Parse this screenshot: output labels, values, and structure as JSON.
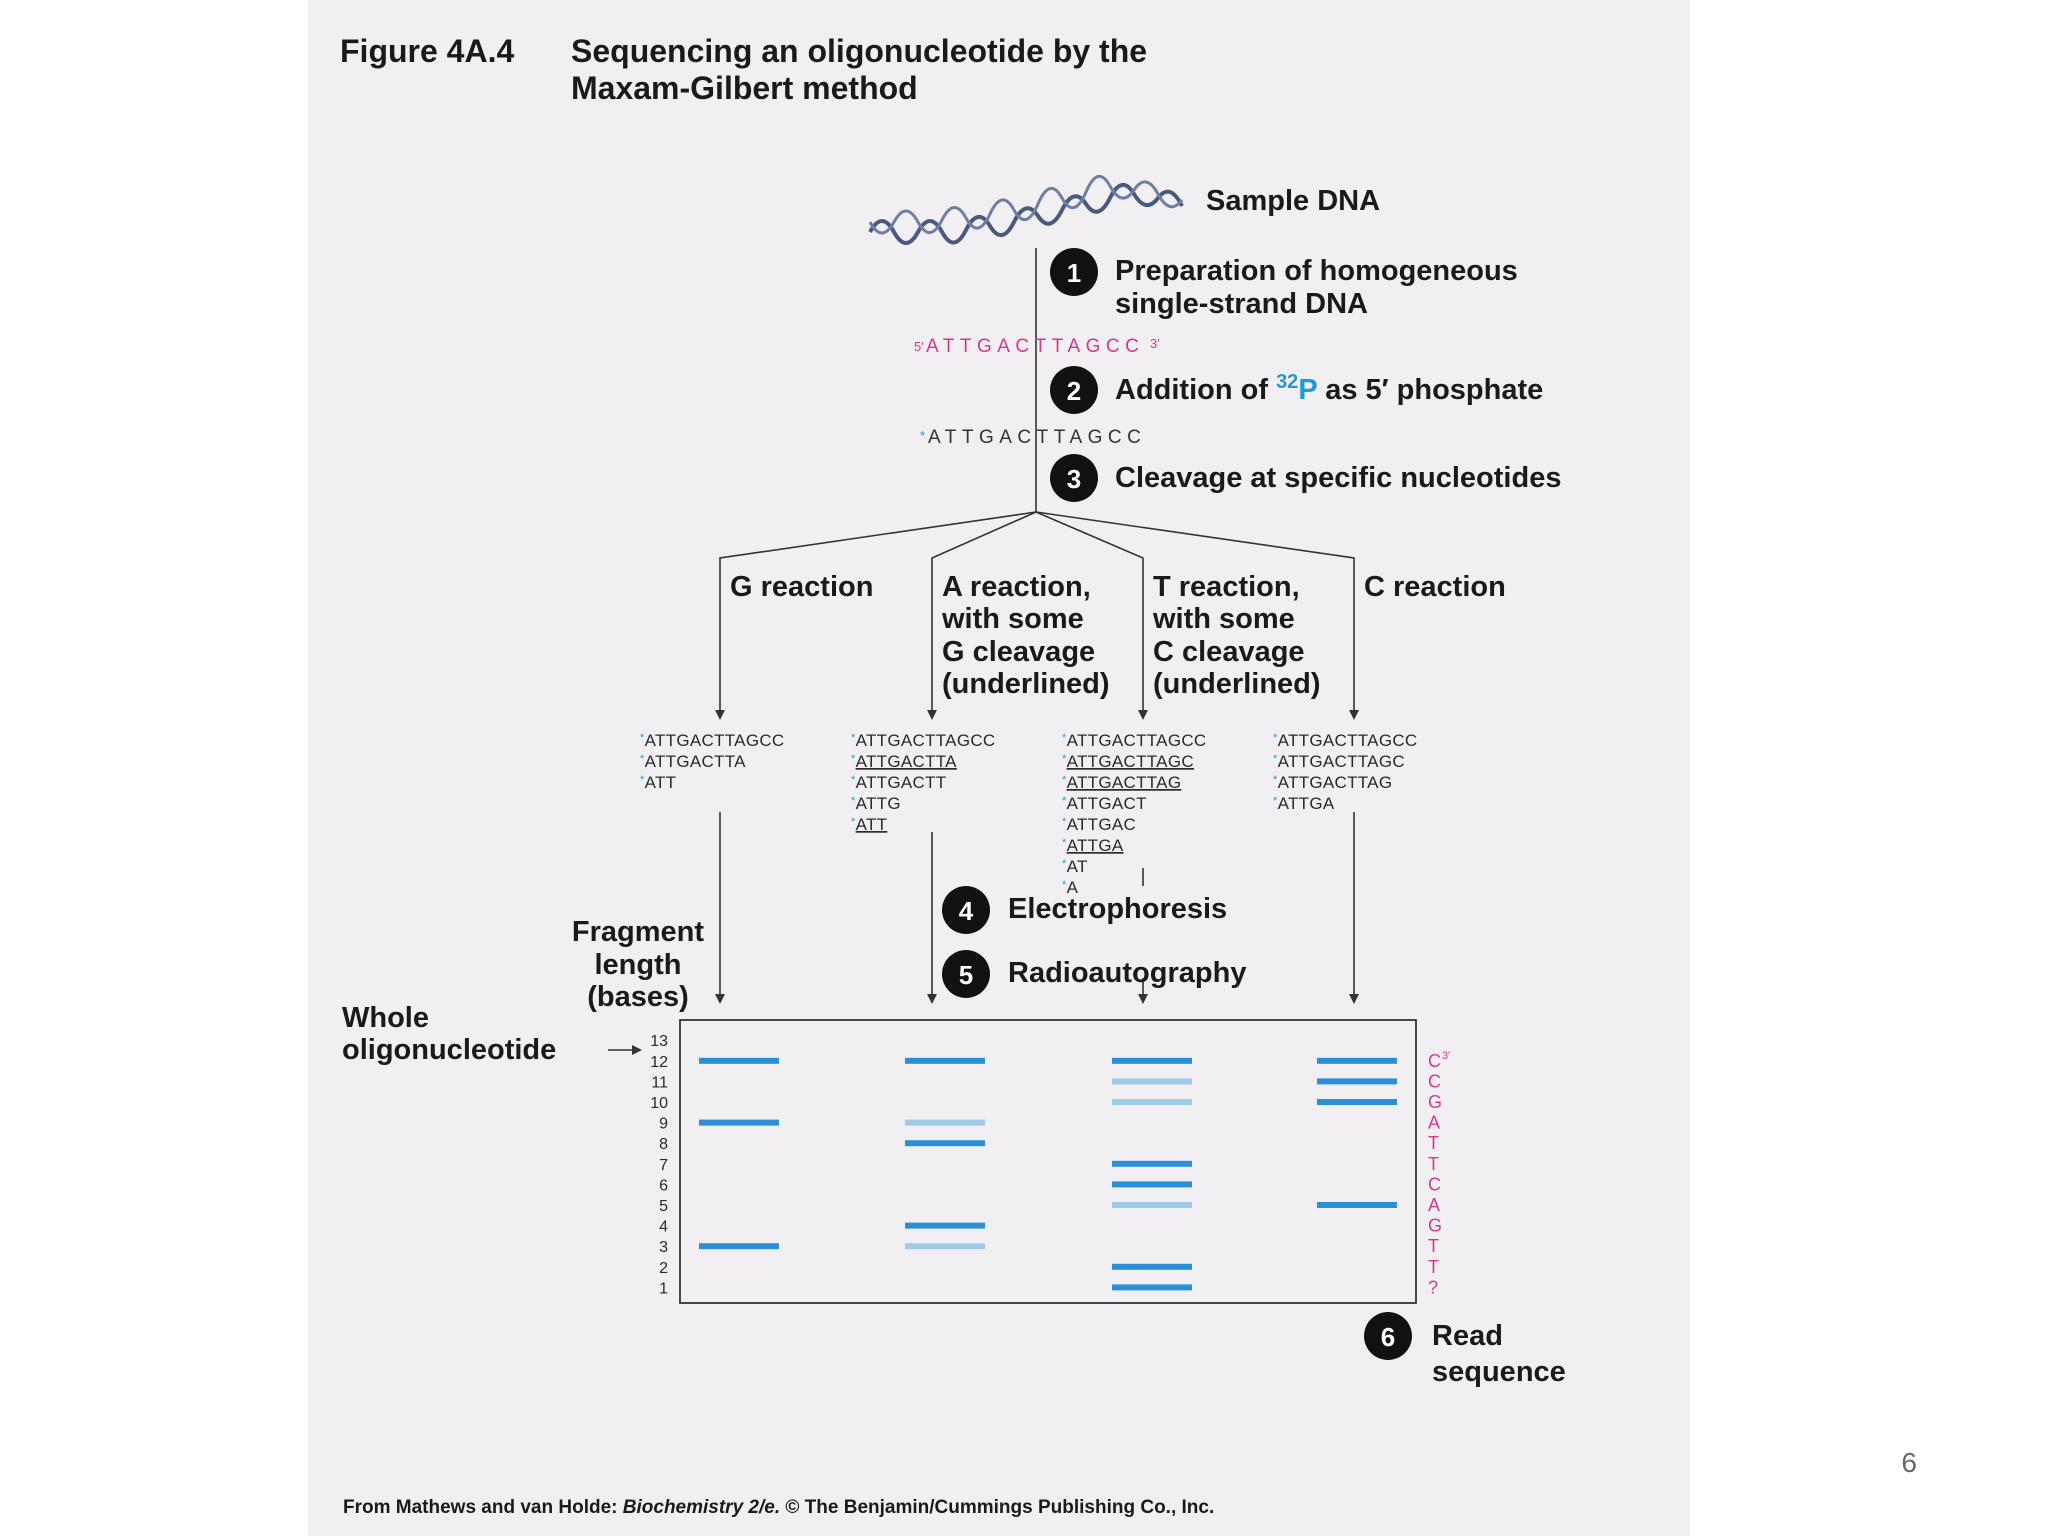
{
  "figure": {
    "label": "Figure 4A.4",
    "title_line1": "Sequencing an oligonucleotide by the",
    "title_line2": "Maxam-Gilbert method"
  },
  "sample_dna_label": "Sample DNA",
  "steps": [
    {
      "number": "1",
      "lines": [
        "Preparation of homogeneous",
        "single-strand DNA"
      ]
    },
    {
      "number": "2",
      "text_prefix": "Addition of ",
      "isotope_mass": "32",
      "isotope_symbol": "P",
      "text_suffix": " as 5′ phosphate"
    },
    {
      "number": "3",
      "text": "Cleavage at specific nucleotides"
    },
    {
      "number": "4",
      "text": "Electrophoresis"
    },
    {
      "number": "5",
      "text": "Radioautography"
    },
    {
      "number": "6",
      "lines": [
        "Read",
        "sequence"
      ]
    }
  ],
  "strand": {
    "five_prime": "5′",
    "sequence": "ATTGACTTAGCC",
    "three_prime": "3′",
    "labeled_marker": "*",
    "labeled_sequence": "ATTGACTTAGCC"
  },
  "reactions": [
    {
      "lines": [
        "G reaction"
      ],
      "fragments": [
        {
          "text": "ATTGACTTAGCC",
          "underlined": false
        },
        {
          "text": "ATTGACTTA",
          "underlined": false
        },
        {
          "text": "ATT",
          "underlined": false
        }
      ]
    },
    {
      "lines": [
        "A reaction,",
        "with some",
        "G cleavage",
        "(underlined)"
      ],
      "fragments": [
        {
          "text": "ATTGACTTAGCC",
          "underlined": false
        },
        {
          "text": "ATTGACTTA",
          "underlined": true
        },
        {
          "text": "ATTGACTT",
          "underlined": false
        },
        {
          "text": "ATTG",
          "underlined": false
        },
        {
          "text": "ATT",
          "underlined": true
        }
      ]
    },
    {
      "lines": [
        "T reaction,",
        "with some",
        "C cleavage",
        "(underlined)"
      ],
      "fragments": [
        {
          "text": "ATTGACTTAGCC",
          "underlined": false
        },
        {
          "text": "ATTGACTTAGC",
          "underlined": true
        },
        {
          "text": "ATTGACTTAG",
          "underlined": true
        },
        {
          "text": "ATTGACT",
          "underlined": false
        },
        {
          "text": "ATTGAC",
          "underlined": false
        },
        {
          "text": "ATTGA",
          "underlined": true
        },
        {
          "text": "AT",
          "underlined": false
        },
        {
          "text": "A",
          "underlined": false
        }
      ]
    },
    {
      "lines": [
        "C reaction"
      ],
      "fragments": [
        {
          "text": "ATTGACTTAGCC",
          "underlined": false
        },
        {
          "text": "ATTGACTTAGC",
          "underlined": false
        },
        {
          "text": "ATTGACTTAG",
          "underlined": false
        },
        {
          "text": "ATTGA",
          "underlined": false
        }
      ]
    }
  ],
  "fragment_length_label": [
    "Fragment",
    "length",
    "(bases)"
  ],
  "whole_oligo_label": [
    "Whole",
    "oligonucleotide"
  ],
  "ladder_numbers": [
    "13",
    "12",
    "11",
    "10",
    "9",
    "8",
    "7",
    "6",
    "5",
    "4",
    "3",
    "2",
    "1"
  ],
  "gel_bands": [
    [
      {
        "length": 12,
        "intensity": "strong"
      },
      {
        "length": 9,
        "intensity": "strong"
      },
      {
        "length": 3,
        "intensity": "strong"
      }
    ],
    [
      {
        "length": 12,
        "intensity": "strong"
      },
      {
        "length": 9,
        "intensity": "faint"
      },
      {
        "length": 8,
        "intensity": "strong"
      },
      {
        "length": 4,
        "intensity": "strong"
      },
      {
        "length": 3,
        "intensity": "faint"
      }
    ],
    [
      {
        "length": 12,
        "intensity": "strong"
      },
      {
        "length": 11,
        "intensity": "faint"
      },
      {
        "length": 10,
        "intensity": "faint"
      },
      {
        "length": 7,
        "intensity": "strong"
      },
      {
        "length": 6,
        "intensity": "strong"
      },
      {
        "length": 5,
        "intensity": "faint"
      },
      {
        "length": 2,
        "intensity": "strong"
      },
      {
        "length": 1,
        "intensity": "strong"
      }
    ],
    [
      {
        "length": 12,
        "intensity": "strong"
      },
      {
        "length": 11,
        "intensity": "strong"
      },
      {
        "length": 10,
        "intensity": "strong"
      },
      {
        "length": 5,
        "intensity": "strong"
      }
    ]
  ],
  "read_sequence": [
    "C",
    "C",
    "G",
    "A",
    "T",
    "T",
    "C",
    "A",
    "G",
    "T",
    "T",
    "?"
  ],
  "read_sequence_end": "3′",
  "credit": {
    "prefix": "From Mathews and van Holde: ",
    "book": "Biochemistry 2/e.",
    "suffix": " © The Benjamin/Cummings Publishing Co., Inc."
  },
  "page_number": "6",
  "colors": {
    "band_strong": "#2a8fd6",
    "band_faint": "#9fcaea",
    "accent_pink": "#d23a8c",
    "accent_blue": "#1e9ad6",
    "panel_bg": "#f2eff3"
  }
}
